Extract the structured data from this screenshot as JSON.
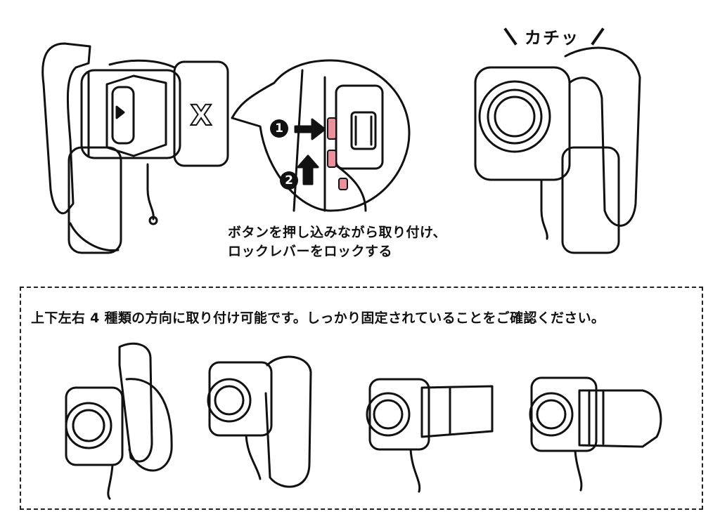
{
  "sound_label": "カチッ",
  "instruction": {
    "line1": "ボタンを押し込みながら取り付け、",
    "line2": "ロックレバーをロックする"
  },
  "steps": [
    "1",
    "2"
  ],
  "logo_letter": "X",
  "orientation_note": "上下左右 4 種類の方向に取り付け可能です。しっかり固定されていることをご確認ください。",
  "colors": {
    "accent": "#e8909c",
    "line": "#111111"
  }
}
